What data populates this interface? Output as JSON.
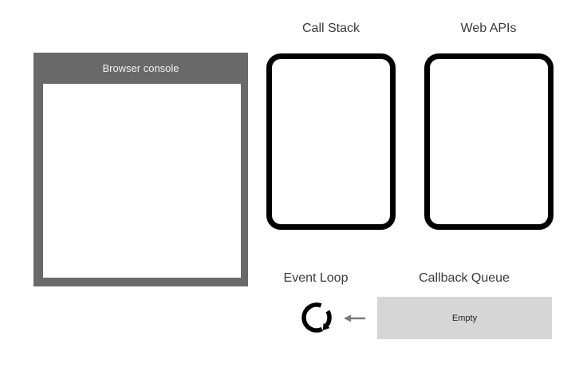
{
  "colors": {
    "background": "#ffffff",
    "frame-gray": "#696969",
    "title-text": "#f2f2f2",
    "box-border": "#000000",
    "queue-bg": "#d6d6d6",
    "label-text": "#3a3a3a",
    "arrow-gray": "#7a7a7a",
    "empty-text": "#222222"
  },
  "console": {
    "title": "Browser console"
  },
  "call_stack": {
    "label": "Call Stack"
  },
  "web_apis": {
    "label": "Web APIs"
  },
  "event_loop": {
    "label": "Event Loop",
    "icon": "clockwise-loop-arrow"
  },
  "callback_queue": {
    "label": "Callback Queue",
    "status": "Empty",
    "arrow_icon": "left-arrow"
  }
}
